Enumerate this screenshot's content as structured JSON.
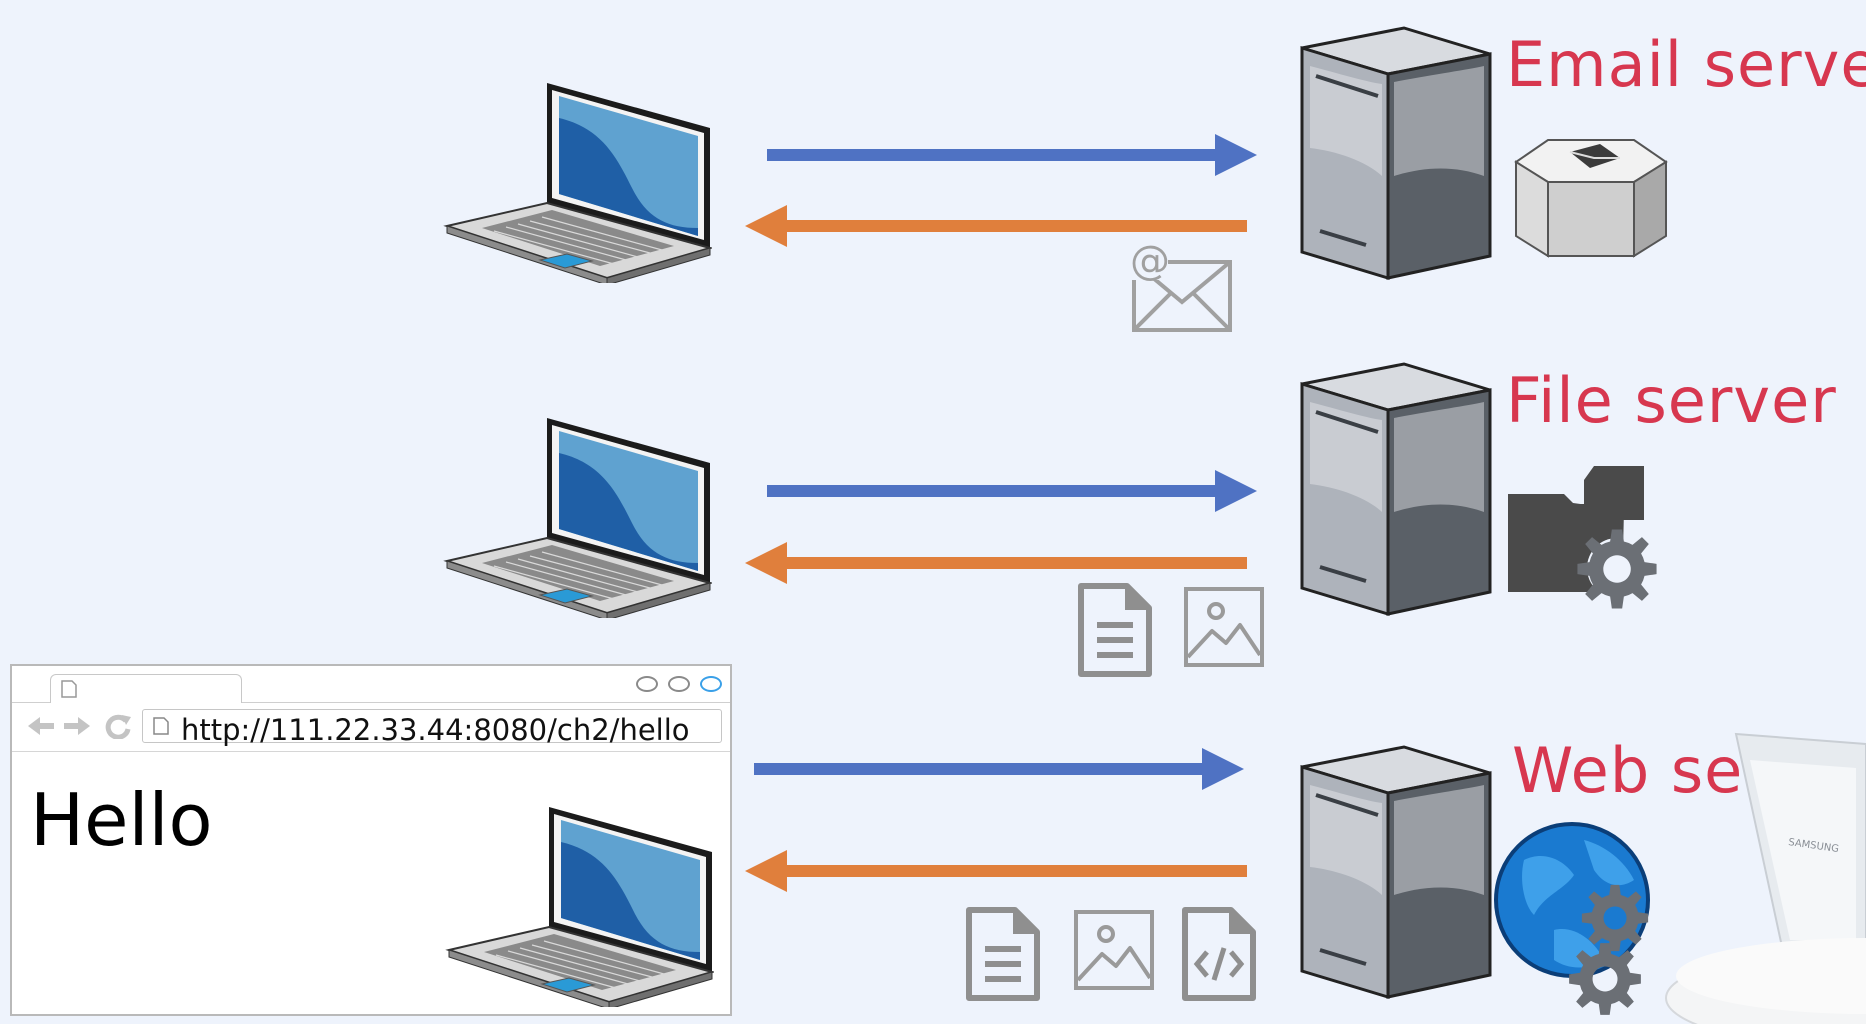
{
  "servers": {
    "email": {
      "label": "Email server"
    },
    "file": {
      "label": "File server"
    },
    "web": {
      "label": "Web ser"
    }
  },
  "browser": {
    "url": "http://111.22.33.44:8080/ch2/hello",
    "page_text": "Hello"
  },
  "device_brand": "SAMSUNG",
  "colors": {
    "background": "#eef3fc",
    "request_arrow": "#4f72c3",
    "response_arrow": "#e07f3c",
    "label": "#d7374f"
  },
  "icons": [
    "laptop-icon",
    "server-tower-icon",
    "mail-module-icon",
    "envelope-at-icon",
    "folder-gear-icon",
    "document-icon",
    "image-icon",
    "globe-gear-icon",
    "code-file-icon"
  ]
}
